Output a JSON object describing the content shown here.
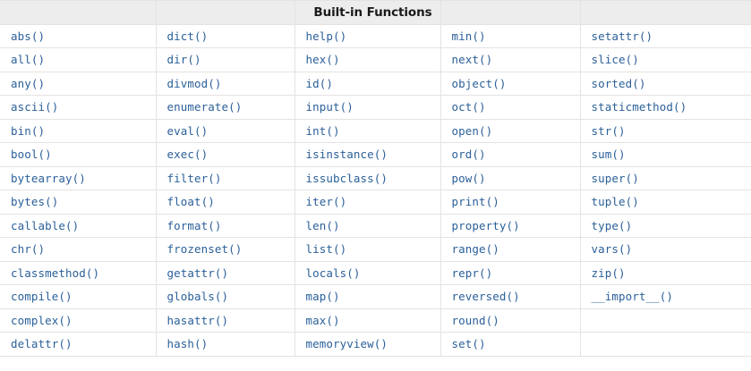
{
  "table": {
    "title": "Built-in Functions",
    "title_column_index": 2,
    "column_count": 5,
    "row_count": 14,
    "accent_text_color": "#2b6099",
    "header_background_color": "#ededed",
    "header_text_color": "#1a1a1a",
    "grid_line_color": "#e3e3e3",
    "cell_background_color": "#ffffff",
    "header_cells": [
      "",
      "",
      "Built-in Functions",
      "",
      ""
    ],
    "rows": [
      [
        "abs()",
        "dict()",
        "help()",
        "min()",
        "setattr()"
      ],
      [
        "all()",
        "dir()",
        "hex()",
        "next()",
        "slice()"
      ],
      [
        "any()",
        "divmod()",
        "id()",
        "object()",
        "sorted()"
      ],
      [
        "ascii()",
        "enumerate()",
        "input()",
        "oct()",
        "staticmethod()"
      ],
      [
        "bin()",
        "eval()",
        "int()",
        "open()",
        "str()"
      ],
      [
        "bool()",
        "exec()",
        "isinstance()",
        "ord()",
        "sum()"
      ],
      [
        "bytearray()",
        "filter()",
        "issubclass()",
        "pow()",
        "super()"
      ],
      [
        "bytes()",
        "float()",
        "iter()",
        "print()",
        "tuple()"
      ],
      [
        "callable()",
        "format()",
        "len()",
        "property()",
        "type()"
      ],
      [
        "chr()",
        "frozenset()",
        "list()",
        "range()",
        "vars()"
      ],
      [
        "classmethod()",
        "getattr()",
        "locals()",
        "repr()",
        "zip()"
      ],
      [
        "compile()",
        "globals()",
        "map()",
        "reversed()",
        "__import__()"
      ],
      [
        "complex()",
        "hasattr()",
        "max()",
        "round()",
        ""
      ],
      [
        "delattr()",
        "hash()",
        "memoryview()",
        "set()",
        ""
      ]
    ]
  }
}
